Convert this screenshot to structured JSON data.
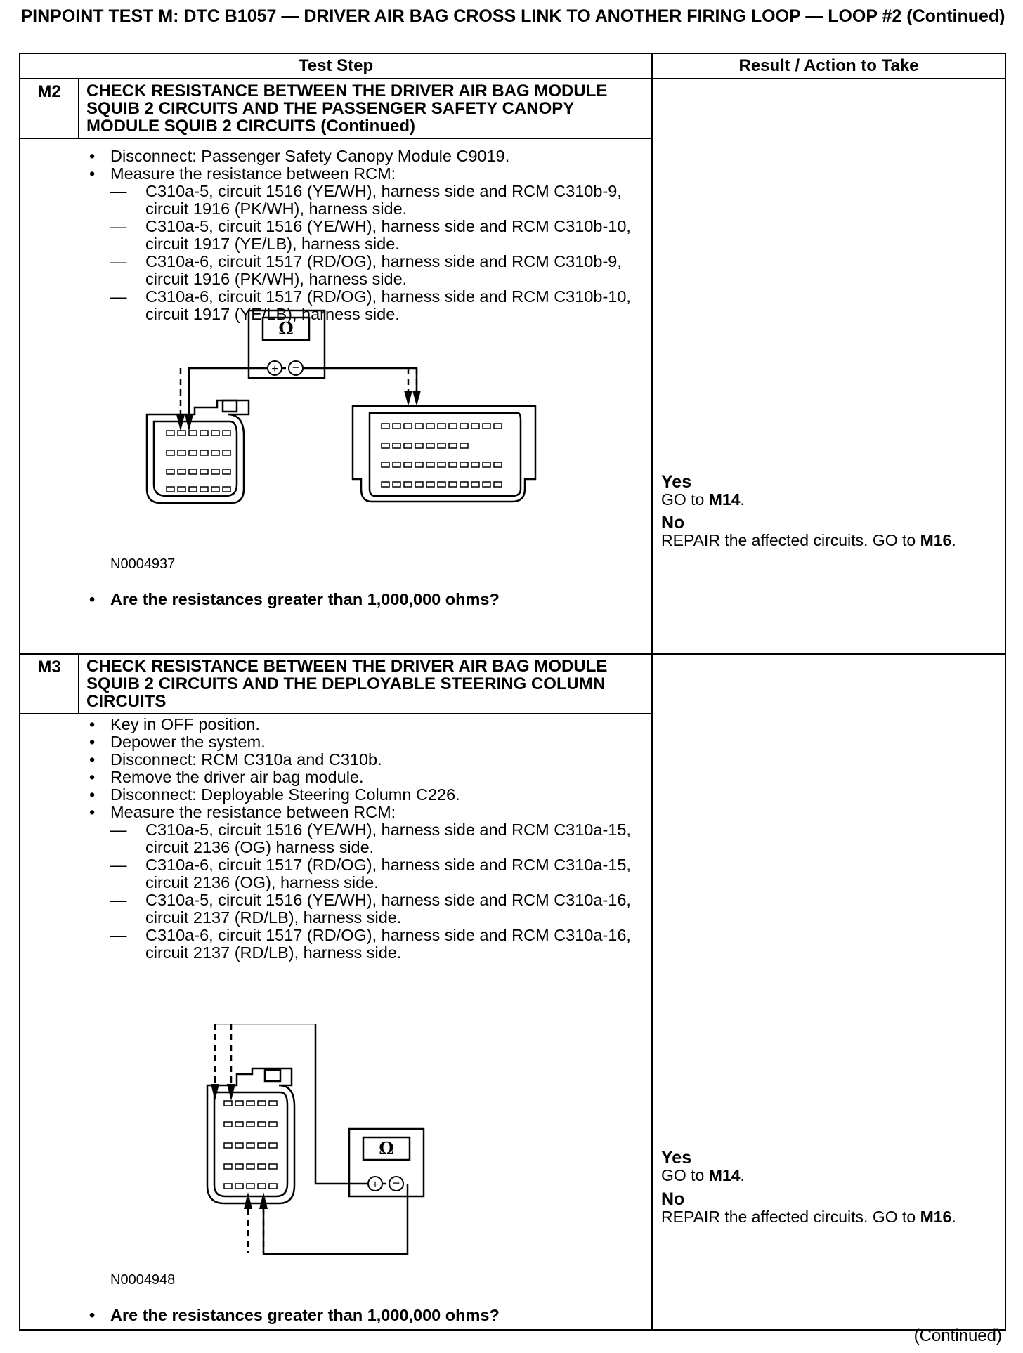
{
  "title": "PINPOINT TEST M: DTC B1057 — DRIVER AIR BAG CROSS LINK TO ANOTHER FIRING LOOP — LOOP #2 (Continued)",
  "table": {
    "col_test_step": "Test Step",
    "col_result": "Result / Action to Take"
  },
  "steps": [
    {
      "id": "M2",
      "title": "CHECK RESISTANCE BETWEEN THE DRIVER AIR BAG MODULE SQUIB 2 CIRCUITS AND THE PASSENGER SAFETY CANOPY MODULE SQUIB 2 CIRCUITS (Continued)",
      "bullets": [
        {
          "text": "Disconnect: Passenger Safety Canopy Module C9019."
        },
        {
          "text": "Measure the resistance between RCM:"
        }
      ],
      "dashes": [
        "C310a-5, circuit 1516 (YE/WH), harness side and RCM C310b-9, circuit 1916 (PK/WH), harness side.",
        "C310a-5, circuit 1516 (YE/WH), harness side and RCM C310b-10, circuit 1917 (YE/LB), harness side.",
        "C310a-6, circuit 1517 (RD/OG), harness side and RCM C310b-9, circuit 1916 (PK/WH), harness side.",
        "C310a-6, circuit 1517 (RD/OG), harness side and RCM C310b-10, circuit 1917 (YE/LB), harness side."
      ],
      "figure_label": "N0004937",
      "meter_symbol": "Ω",
      "question": "Are the resistances greater than 1,000,000 ohms?",
      "yes_label": "Yes",
      "yes_pre": "GO to ",
      "yes_target": "M14",
      "yes_post": ".",
      "no_label": "No",
      "no_pre": "REPAIR the affected circuits. GO to ",
      "no_target": "M16",
      "no_post": "."
    },
    {
      "id": "M3",
      "title": "CHECK RESISTANCE BETWEEN THE DRIVER AIR BAG MODULE SQUIB 2 CIRCUITS AND THE DEPLOYABLE STEERING COLUMN CIRCUITS",
      "bullets": [
        {
          "text": "Key in OFF position."
        },
        {
          "text": "Depower the system."
        },
        {
          "text": "Disconnect: RCM C310a and C310b."
        },
        {
          "text": "Remove the driver air bag module."
        },
        {
          "text": "Disconnect: Deployable Steering Column C226."
        },
        {
          "text": "Measure the resistance between RCM:"
        }
      ],
      "dashes": [
        "C310a-5, circuit 1516 (YE/WH), harness side and RCM C310a-15, circuit 2136 (OG) harness side.",
        "C310a-6, circuit 1517 (RD/OG), harness side and RCM C310a-15, circuit 2136 (OG), harness side.",
        "C310a-5, circuit 1516 (YE/WH), harness side and RCM C310a-16, circuit 2137 (RD/LB), harness side.",
        "C310a-6, circuit 1517 (RD/OG), harness side and RCM C310a-16, circuit 2137 (RD/LB), harness side."
      ],
      "figure_label": "N0004948",
      "meter_symbol": "Ω",
      "question": "Are the resistances greater than 1,000,000 ohms?",
      "yes_label": "Yes",
      "yes_pre": "GO to ",
      "yes_target": "M14",
      "yes_post": ".",
      "no_label": "No",
      "no_pre": "REPAIR the affected circuits. GO to ",
      "no_target": "M16",
      "no_post": "."
    }
  ],
  "footer": "(Continued)"
}
